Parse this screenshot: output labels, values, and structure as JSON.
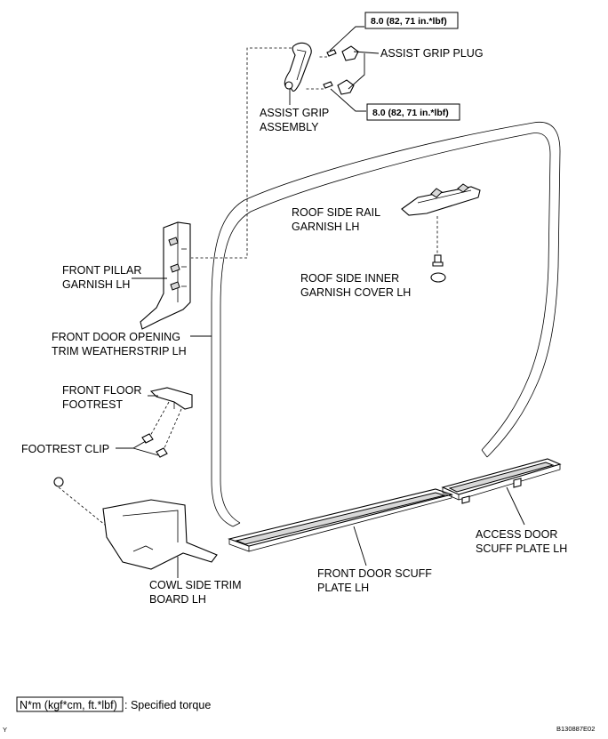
{
  "torque_labels": {
    "top": "8.0 (82, 71 in.*lbf)",
    "lower": "8.0 (82, 71 in.*lbf)"
  },
  "labels": {
    "assist_grip_plug": "ASSIST GRIP PLUG",
    "assist_grip_assembly": [
      "ASSIST GRIP",
      "ASSEMBLY"
    ],
    "roof_side_rail_garnish": [
      "ROOF SIDE RAIL",
      "GARNISH LH"
    ],
    "roof_side_inner_garnish_cover": [
      "ROOF SIDE INNER",
      "GARNISH COVER LH"
    ],
    "front_pillar_garnish": [
      "FRONT PILLAR",
      "GARNISH LH"
    ],
    "front_door_opening_trim": [
      "FRONT DOOR OPENING",
      "TRIM WEATHERSTRIP LH"
    ],
    "front_floor_footrest": [
      "FRONT FLOOR",
      "FOOTREST"
    ],
    "footrest_clip": "FOOTREST CLIP",
    "access_door_scuff_plate": [
      "ACCESS DOOR",
      "SCUFF PLATE LH"
    ],
    "front_door_scuff_plate": [
      "FRONT DOOR SCUFF",
      "PLATE LH"
    ],
    "cowl_side_trim_board": [
      "COWL SIDE TRIM",
      "BOARD LH"
    ]
  },
  "legend": {
    "box_text": "N*m (kgf*cm, ft.*lbf)",
    "description": ": Specified torque"
  },
  "footer": {
    "left_mark": "Y",
    "figure_code": "B130887E02"
  }
}
